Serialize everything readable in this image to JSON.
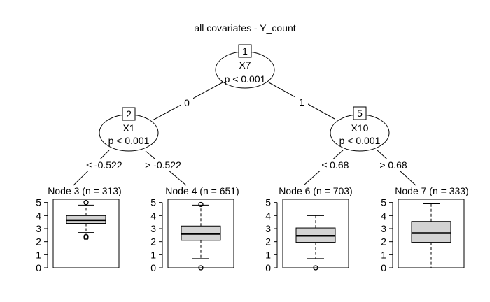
{
  "title": "all covariates -  Y_count",
  "inner_nodes": [
    {
      "id": "1",
      "variable": "X7",
      "pvalue": "p < 0.001"
    },
    {
      "id": "2",
      "variable": "X1",
      "pvalue": "p < 0.001"
    },
    {
      "id": "5",
      "variable": "X10",
      "pvalue": "p < 0.001"
    }
  ],
  "edges": [
    {
      "from": "1",
      "to": "2",
      "label": "0"
    },
    {
      "from": "1",
      "to": "5",
      "label": "1"
    },
    {
      "from": "2",
      "to": "3",
      "label": "≤ -0.522"
    },
    {
      "from": "2",
      "to": "4",
      "label": "> -0.522"
    },
    {
      "from": "5",
      "to": "6",
      "label": "≤ 0.68"
    },
    {
      "from": "5",
      "to": "7",
      "label": "> 0.68"
    }
  ],
  "terminal_nodes": [
    {
      "id": "3",
      "label": "Node 3 (n = 313)"
    },
    {
      "id": "4",
      "label": "Node 4 (n = 651)"
    },
    {
      "id": "6",
      "label": "Node 6 (n = 703)"
    },
    {
      "id": "7",
      "label": "Node 7 (n = 333)"
    }
  ],
  "chart_data": [
    {
      "type": "box",
      "title": "Node 3 (n = 313)",
      "ylim": [
        0,
        5.25
      ],
      "yticks": [
        "0",
        "1",
        "2",
        "3",
        "4",
        "5"
      ],
      "box": {
        "whisker_low": 2.7,
        "q1": 3.4,
        "median": 3.65,
        "q3": 4.0,
        "whisker_high": 4.8
      },
      "outliers": [
        2.3,
        2.4,
        5.0
      ]
    },
    {
      "type": "box",
      "title": "Node 4 (n = 651)",
      "ylim": [
        0,
        5.25
      ],
      "yticks": [
        "0",
        "1",
        "2",
        "3",
        "4",
        "5"
      ],
      "box": {
        "whisker_low": 0.7,
        "q1": 2.1,
        "median": 2.6,
        "q3": 3.2,
        "whisker_high": 4.8
      },
      "outliers": [
        0.0,
        4.85
      ]
    },
    {
      "type": "box",
      "title": "Node 6 (n = 703)",
      "ylim": [
        0,
        5.25
      ],
      "yticks": [
        "0",
        "1",
        "2",
        "3",
        "4",
        "5"
      ],
      "box": {
        "whisker_low": 0.7,
        "q1": 1.95,
        "median": 2.45,
        "q3": 3.05,
        "whisker_high": 4.0
      },
      "outliers": [
        0.0
      ]
    },
    {
      "type": "box",
      "title": "Node 7 (n = 333)",
      "ylim": [
        0,
        5.25
      ],
      "yticks": [
        "0",
        "1",
        "2",
        "3",
        "4",
        "5"
      ],
      "box": {
        "whisker_low": 0.0,
        "q1": 1.95,
        "median": 2.65,
        "q3": 3.55,
        "whisker_high": 4.9
      },
      "outliers": []
    }
  ]
}
